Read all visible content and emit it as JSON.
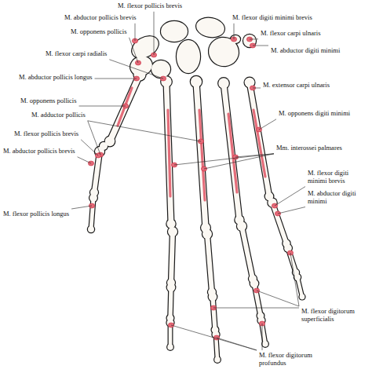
{
  "diagram": {
    "labels": [
      "M. flexor pollicis brevis",
      "M. abductor pollicis brevis",
      "M. flexor digiti minimi brevis",
      "M. opponens pollicis",
      "M. flexor carpi ulnaris",
      "M. abductor digiti minimi",
      "M. flexor carpi radialis",
      "M. abductor pollicis longus",
      "M. extensor carpi ulnaris",
      "M. opponens pollicis",
      "M. adductor pollicis",
      "M. opponens digiti minimi",
      "M. flexor pollicis brevis",
      "Mm. interossei palmares",
      "M. abductor pollicis brevis",
      "M. flexor digiti minimi brevis",
      "M. abductor digiti minimi",
      "M. flexor pollicis longus",
      "M. flexor digitorum superficialis",
      "M. flexor digitorum profundus"
    ]
  }
}
